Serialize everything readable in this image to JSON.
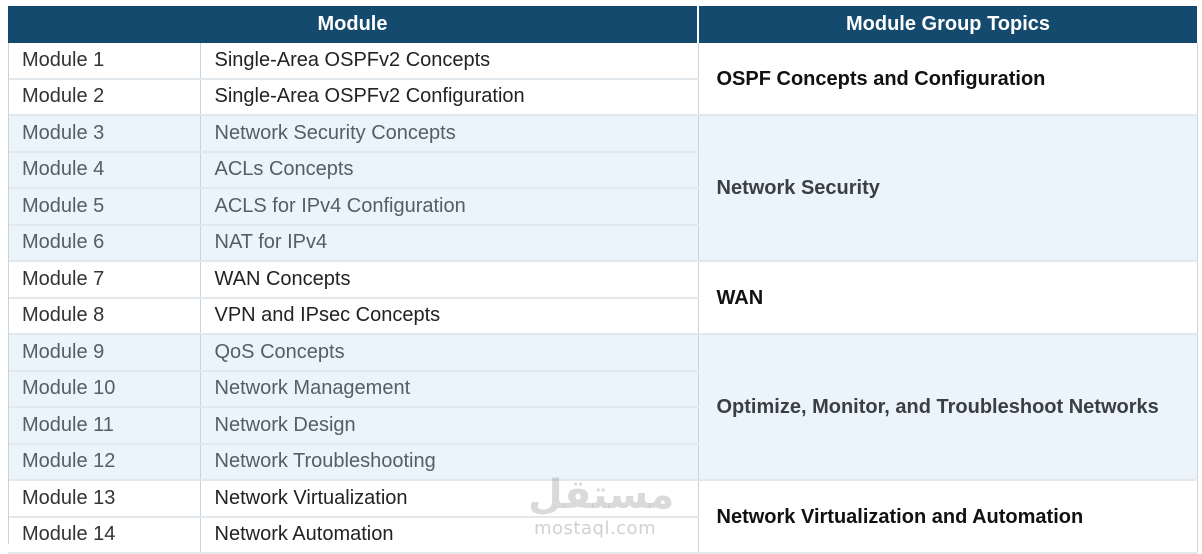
{
  "header": {
    "module": "Module",
    "topics": "Module Group Topics"
  },
  "groups": [
    {
      "topic": "OSPF Concepts and Configuration",
      "rows": [
        {
          "num": "Module 1",
          "name": "Single-Area OSPFv2 Concepts"
        },
        {
          "num": "Module 2",
          "name": "Single-Area OSPFv2 Configuration"
        }
      ]
    },
    {
      "topic": "Network Security",
      "rows": [
        {
          "num": "Module 3",
          "name": "Network Security Concepts"
        },
        {
          "num": "Module 4",
          "name": "ACLs Concepts"
        },
        {
          "num": "Module 5",
          "name": "ACLS for IPv4 Configuration"
        },
        {
          "num": "Module 6",
          "name": "NAT for IPv4"
        }
      ]
    },
    {
      "topic": "WAN",
      "rows": [
        {
          "num": "Module 7",
          "name": "WAN Concepts"
        },
        {
          "num": "Module 8",
          "name": "VPN and IPsec Concepts"
        }
      ]
    },
    {
      "topic": "Optimize, Monitor, and Troubleshoot Networks",
      "rows": [
        {
          "num": "Module 9",
          "name": "QoS Concepts"
        },
        {
          "num": "Module 10",
          "name": "Network Management"
        },
        {
          "num": "Module 11",
          "name": "Network Design"
        },
        {
          "num": "Module 12",
          "name": "Network Troubleshooting"
        }
      ]
    },
    {
      "topic": "Network Virtualization and Automation",
      "rows": [
        {
          "num": "Module 13",
          "name": "Network Virtualization"
        },
        {
          "num": "Module 14",
          "name": "Network Automation"
        }
      ]
    }
  ],
  "watermark": {
    "arabic": "مستقل",
    "latin": "mostaql.com"
  }
}
